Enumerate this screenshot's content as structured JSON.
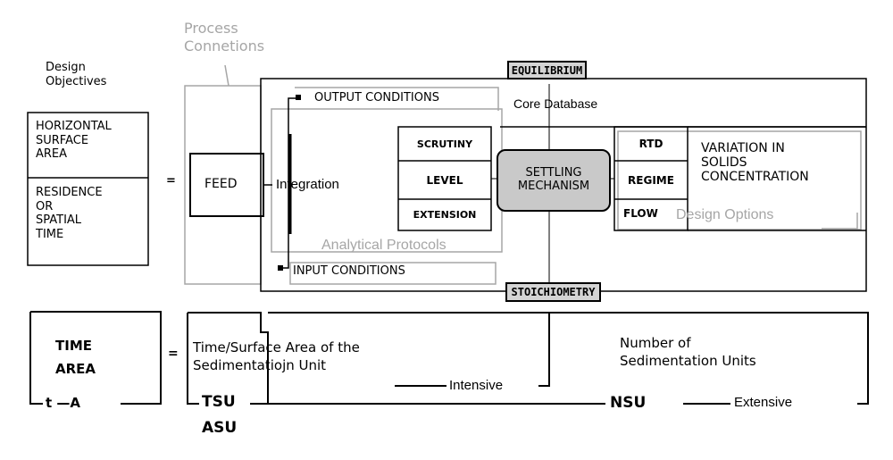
{
  "labels": {
    "process_connections": [
      "Process",
      "Connetions"
    ],
    "design_objectives": [
      "Design",
      "Objectives"
    ],
    "horizontal_surface_area": [
      "HORIZONTAL",
      "SURFACE",
      "AREA"
    ],
    "residence_time": [
      "RESIDENCE",
      "OR",
      "SPATIAL",
      "TIME"
    ],
    "equals": "=",
    "feed": "FEED",
    "integration": "Integration",
    "output_conditions": "OUTPUT CONDITIONS",
    "input_conditions": "INPUT CONDITIONS",
    "core_database": "Core Database",
    "equilibrium": "EQUILIBRIUM",
    "stoichiometry": "STOICHIOMETRY",
    "scrutiny": "SCRUTINY",
    "level": "LEVEL",
    "extension": "EXTENSION",
    "settling_mechanism": [
      "SETTLING",
      "MECHANISM"
    ],
    "rtd": "RTD",
    "regime": "REGIME",
    "flow": "FLOW",
    "variation": [
      "VARIATION IN",
      "SOLIDS",
      "CONCENTRATION"
    ],
    "design_options": "Design Options",
    "analytical_protocols": "Analytical Protocols"
  },
  "lower": {
    "time_area": [
      "TIME",
      "AREA"
    ],
    "t_a": "t —A",
    "equals": "=",
    "time_surface": [
      "Time/Surface Area of the",
      "Sedimentatiojn Unit"
    ],
    "intensive": "Intensive",
    "tsu": "TSU",
    "asu": "ASU",
    "number_units": [
      "Number of",
      "Sedimentation Units"
    ],
    "nsu": "NSU",
    "extensive": "Extensive"
  },
  "colors": {
    "grey_line": "#a6a6a6",
    "tag_fill": "#d4d4d4",
    "mechanism_fill": "#c9c9c9"
  }
}
